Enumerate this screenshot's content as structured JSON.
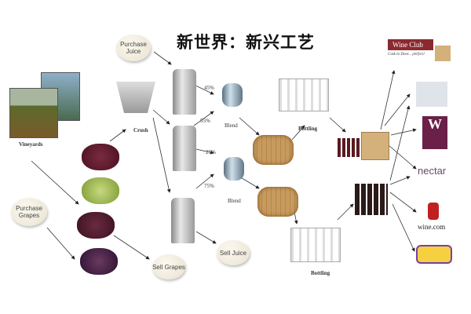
{
  "title": "新世界：新兴工艺",
  "nodes": {
    "purchase_juice": "Purchase Juice",
    "purchase_grapes": "Purchase Grapes",
    "vineyards": "Vineyards",
    "crush": "Crush",
    "sell_grapes": "Sell Grapes",
    "sell_juice": "Sell Juice",
    "blend_1": "Blend",
    "blend_2": "Blend",
    "bottling_1": "Bottling",
    "bottling_2": "Bottling"
  },
  "percentages": {
    "p1": "45%",
    "p2": "55%",
    "p3": "25%",
    "p4": "75%"
  },
  "channels": {
    "wine_club": "Wine Club",
    "wine_club_tagline": "Cask to Door... perfect!",
    "wine_spirits": "W",
    "nectar": "nectar",
    "wine_com": "wine.com"
  },
  "colors": {
    "grapes_red": "#6b2a3a",
    "grapes_green": "#a8c060",
    "wine_club": "#8a2a30",
    "wine_spirits": "#6a2048"
  }
}
